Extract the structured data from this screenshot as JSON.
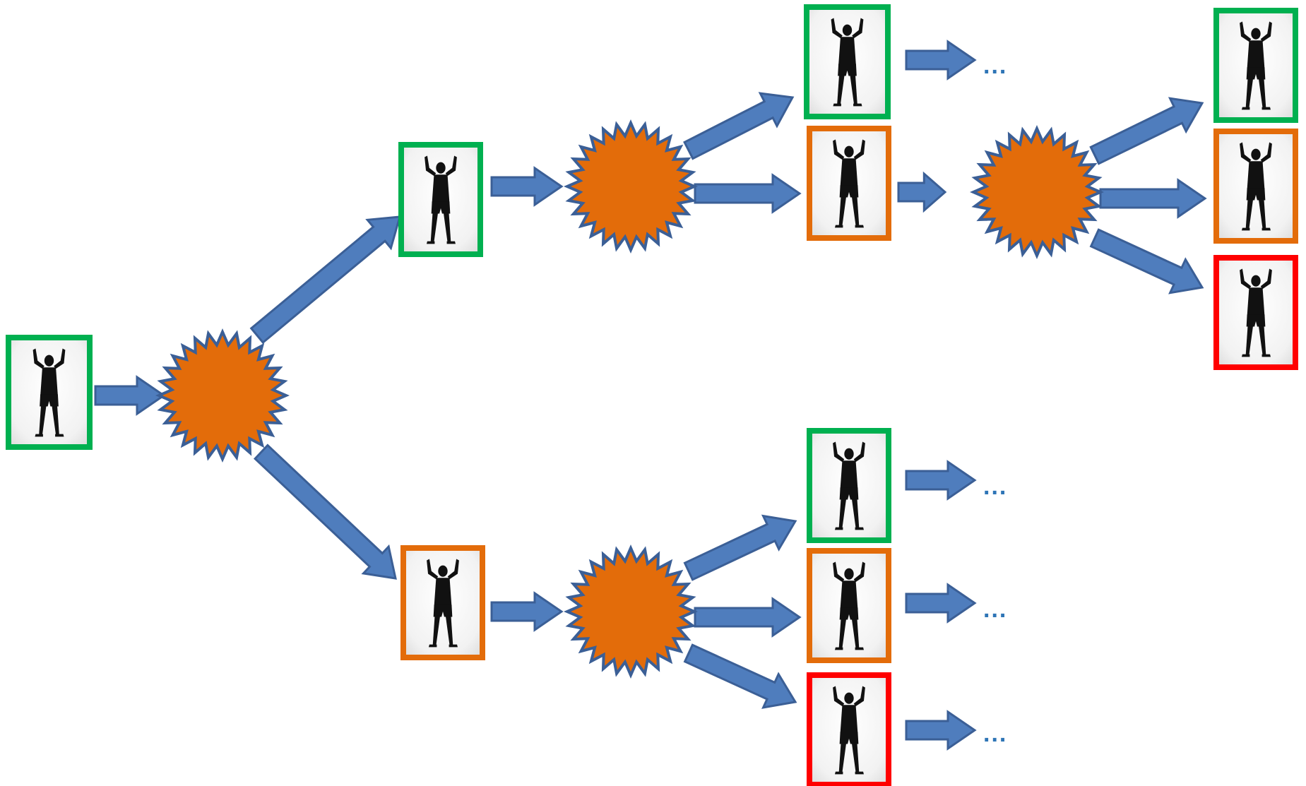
{
  "colors": {
    "arrow_fill": "#4f7dbd",
    "arrow_stroke": "#3b5f96",
    "burst_fill": "#e36c0a",
    "burst_stroke": "#3b5f96",
    "frame_green": "#00b050",
    "frame_orange": "#e36c0a",
    "frame_red": "#ff0000",
    "ellipsis": "#2e75b6"
  },
  "icon": "person-silhouette-arms-raised",
  "nodes": [
    {
      "id": "root",
      "frame": "green"
    },
    {
      "id": "a1",
      "frame": "green"
    },
    {
      "id": "a2",
      "frame": "orange"
    },
    {
      "id": "b1",
      "frame": "green"
    },
    {
      "id": "b2",
      "frame": "orange"
    },
    {
      "id": "c1",
      "frame": "green"
    },
    {
      "id": "c2",
      "frame": "orange"
    },
    {
      "id": "c3",
      "frame": "red"
    },
    {
      "id": "d1",
      "frame": "green"
    },
    {
      "id": "d2",
      "frame": "orange"
    },
    {
      "id": "d3",
      "frame": "red"
    }
  ],
  "ellipsis_text": "..."
}
